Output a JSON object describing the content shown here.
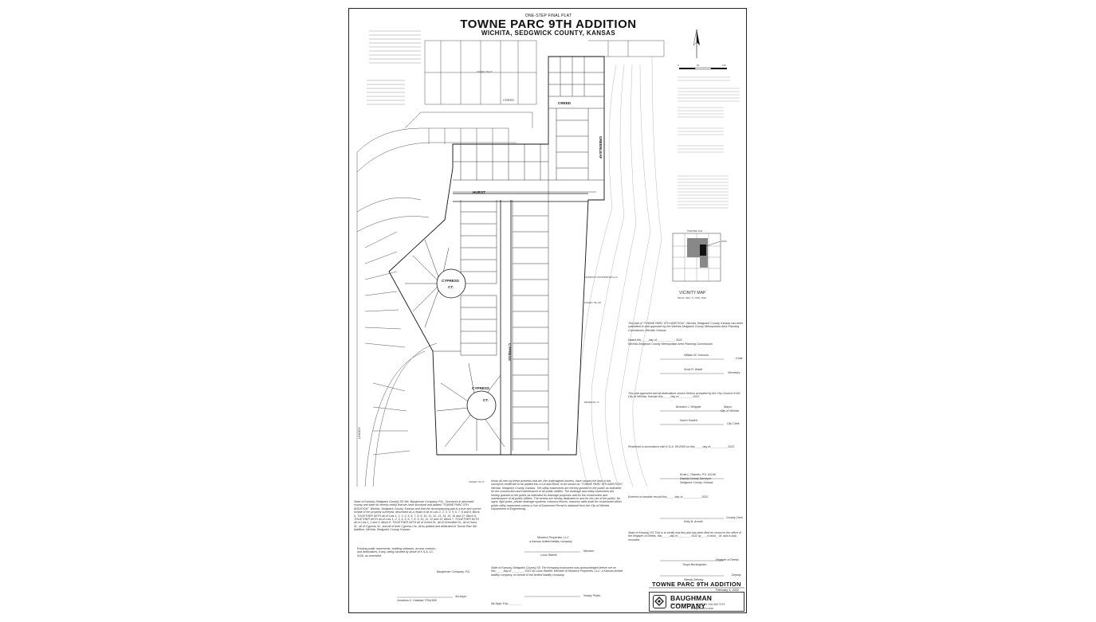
{
  "header": {
    "kicker": "ONE-STEP FINAL PLAT",
    "title": "TOWNE PARC 9TH ADDITION",
    "subtitle": "WICHITA, SEDGWICK COUNTY, KANSAS"
  },
  "streets": {
    "creed_north": "CREED",
    "creed_east": "CREED",
    "hurst": "HURST",
    "cypress_ct_1": "CYPRESS",
    "cypress_ct_1_b": "CT.",
    "cypress_ct_2": "CYPRESS",
    "cypress_ct_2_b": "CT.",
    "cypress_main": "CYPRESS",
    "greenleaf": "GREENLEAF",
    "linden": "LINDEN"
  },
  "labels": {
    "zoned_sf5": "ZONED \"SF-5\"",
    "zoned_sf20": "ZONED \"SF-20\"",
    "reserve_a": "RESERVE \"A\"",
    "murdock": "MURDOCK PROPERTIES LLC",
    "vicinity_title": "VICINITY MAP",
    "vicinity_sub": "NE1/4, SEC. 5, T26S, R2E",
    "vicinity_site": "SITE",
    "vicinity_road": "PAWNEE AVE"
  },
  "scale": {
    "s0": "0",
    "s60": "60",
    "s120": "120"
  },
  "certificates": {
    "planning_body": "This plat of \"TOWNE PARC 9TH ADDITION\", Wichita, Sedgwick County, Kansas has been submitted to and approved by the Wichita-Sedgwick County Metropolitan Area Planning Commission, Wichita, Kansas.",
    "dated": "Dated this_____day of___________, 2022",
    "planning_org": "Wichita-Sedgwick County Metropolitan Area Planning Commission",
    "chair_name": "William M. Johnson",
    "chair_role": "Chair",
    "secretary_name": "Scott R. Wade",
    "secretary_role": "Secretary",
    "council_body": "This plat approved and all dedications shown hereon accepted by the City Council of the City of Wichita, Kansas this_____day of________, 2022.",
    "mayor_name": "Brandon J. Whipple",
    "mayor_role": "Mayor",
    "mayor_city": "City of Wichita",
    "clerk_name": "Karen Sublett",
    "clerk_role": "City Clerk",
    "reviewed": "Reviewed in accordance with K.S.A. 58-2005 on this_____day of__________, 2022.",
    "surveyor_name": "Ernie L. Rabello, P.S. #1246",
    "surveyor_role": "Deputy County Surveyor",
    "surveyor_county": "Sedgwick County, Kansas",
    "transfer": "Entered on transfer record this_____day of___________, 2022.",
    "county_clerk_name": "Kelly B. Arnold",
    "county_clerk_role": "County Clerk",
    "register": "State of Kansas) SS This is to certify that this plat has been filed for record in the office of the Register of Deeds, this_____day of________ 2022 at____o'clock__M. and is duly recorded.",
    "register_role": "Register of Deeds",
    "register_name": "Tonya Buckingham",
    "deputy_role": "Deputy",
    "deputy_name": "Wendy Zehring",
    "surveyor_cert": "State of Kansas) Sedgwick County) SS We, Baughman Company, P.A., Surveyors in aforesaid county and state do hereby certify that we have surveyed and platted \"TOWNE PARC 9TH ADDITION\", Wichita, Sedgwick County, Kansas and that the accompanying plat is a true and correct exhibit of the property surveyed, described as a replat of all of Lots 1, 2, 3, 4, 5, 6, 7, 8 and 9, Block 5, TOGETHER WITH all of Lots 1, 2, 3, 4, 5, 6, 7, 8, 9, 10, 11, 12, 13, 14, 15, 16 and 17, Block 6, TOGETHER WITH all of Lots 1, 2, 3, 4, 5, 6, 7, 8, 9, 10, 11, 12 and 13, Block 7, TOGETHER WITH all of Lots 1, 2 and 3, Block 8, TOGETHER WITH all of Creed St., all of Greenleaf St., all of Hurst St., all of Cypress St., and all of both Cypress Cts. all as platted and dedicated in Towne Parc 6th Addition, Wichita, Sedgwick County, Kansas.",
    "zoning_note": "Existing public easements, building setbacks, access controls, and dedications, if any, being vacated by virtue of K.S.A. 12-512b, as amended.",
    "company_pa": "Baughman Company, P.A.",
    "surveyor_sig": "Jonathan C. Haddad, PS#1690",
    "surveyor_sig_role": "Surveyor",
    "owner_cert": "Know all men by these presents that we, the undersigned owners, have caused the land in this surveyors certificate to be platted into a Lot and Block, to be known as \"TOWNE PARC 9TH ADDITION\", Wichita, Sedgwick County, Kansas. The utility easements are hereby granted to the public as indicated for the construction and maintenance of all public utilities. The drainage and utility easements are hereby granted to the public as indicated for drainage purposes and for the construction and maintenance of all public utilities. The streets are hereby dedicated to and for the use of the public. No signs, light poles, private drainage systems, masonry fences, masonry walls shall be constructed within public utility easements unless a Use of Easement Permit is obtained from the City of Wichita Department of Engineering.",
    "owner_name": "Murdock Properties, LLC",
    "owner_type": "a Kansas limited liability company",
    "member_name": "Louis Rabelli",
    "member_role": "Member",
    "notary": "State of Kansas) Sedgwick County) SS The foregoing instrument was acknowledged before me on this_____day of________ 2022 by Louis Rabelli, Member of Murdock Properties, LLC, a Kansas limited liability company, on behalf of the limited liability company.",
    "notary_role": "Notary Public",
    "appt": "My Appt. Exp.________"
  },
  "footer": {
    "sheet_title": "TOWNE PARC 9TH ADDITION",
    "date": "February 3, 2022",
    "company": "BAUGHMAN COMPANY",
    "address": "315 Ellis St.     Wichita, KS 67211     316-262-7271",
    "web": "BaughmanCo.com"
  }
}
